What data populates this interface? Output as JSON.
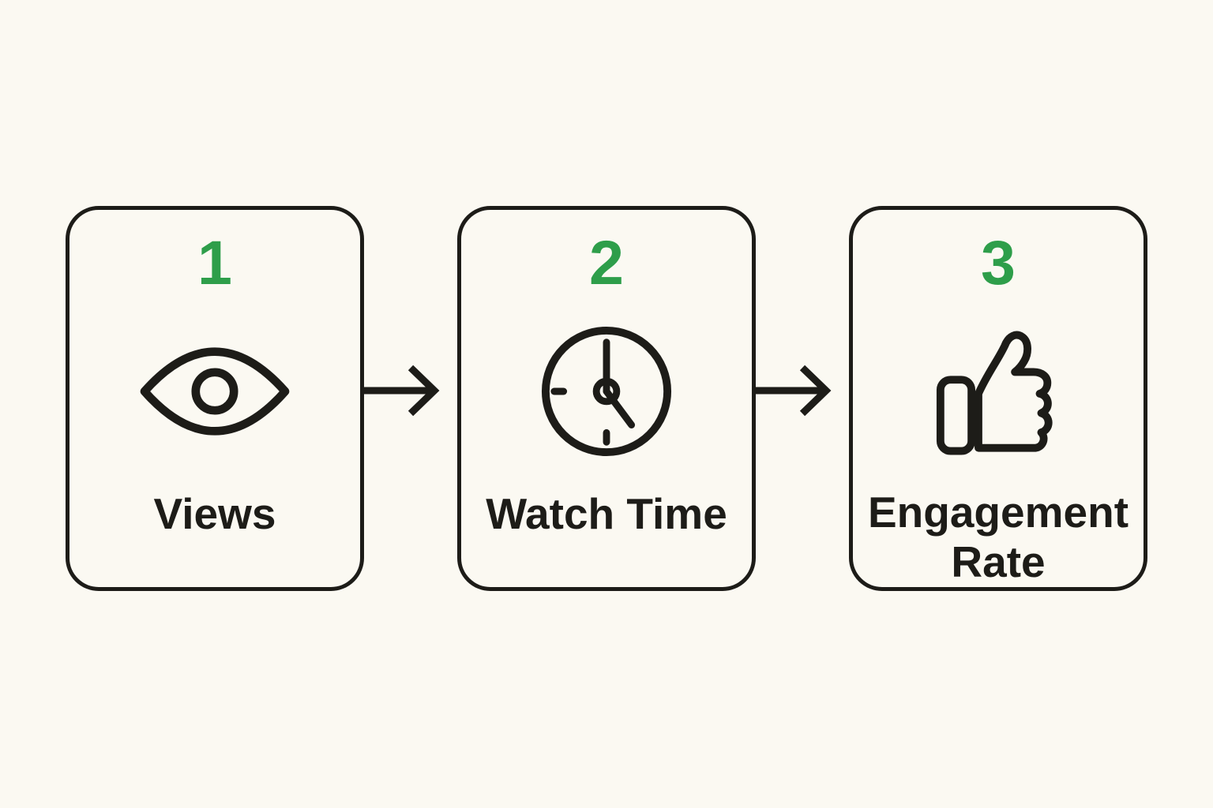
{
  "page": {
    "type": "process-flow-diagram",
    "colors": {
      "background": "#FBF9F2",
      "card_fill": "#FBF9F2",
      "line": "#1D1C18",
      "accent": "#2E9E4A",
      "text": "#1D1C18"
    },
    "steps": [
      {
        "number": "1",
        "icon": "eye-icon",
        "label": "Views"
      },
      {
        "number": "2",
        "icon": "clock-icon",
        "label": "Watch Time"
      },
      {
        "number": "3",
        "icon": "thumbs-up-icon",
        "label": "Engagement Rate"
      }
    ],
    "connector": "right-arrow"
  }
}
